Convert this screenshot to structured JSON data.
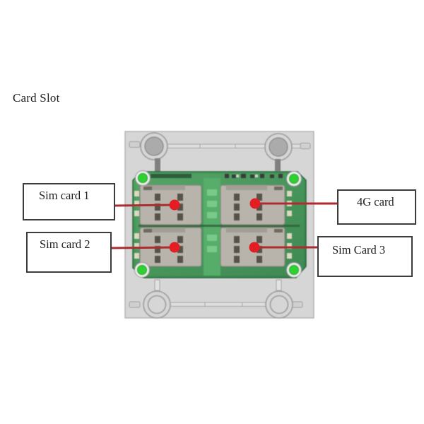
{
  "title": "Card Slot",
  "callouts": [
    {
      "label": "Sim card 1"
    },
    {
      "label": "Sim card 2"
    },
    {
      "label": "4G card"
    },
    {
      "label": "Sim Card 3"
    }
  ],
  "colors": {
    "background": "#ffffff",
    "text": "#1f1f1f",
    "box_border": "#3c3c3c",
    "housing": "#d6d6d6",
    "housing_outline": "#a9a9a9",
    "boss_inner": "#ababab",
    "pcb": "#3f9154",
    "pcb_dark": "#2c6b3e",
    "slot_metal": "#b8b4ab",
    "slot_edge": "#8a867c",
    "slit": "#55524a",
    "pad": "#ded7c2",
    "led": "#2fd032",
    "marker": "#e21d23",
    "connector": "#ab2d30"
  }
}
